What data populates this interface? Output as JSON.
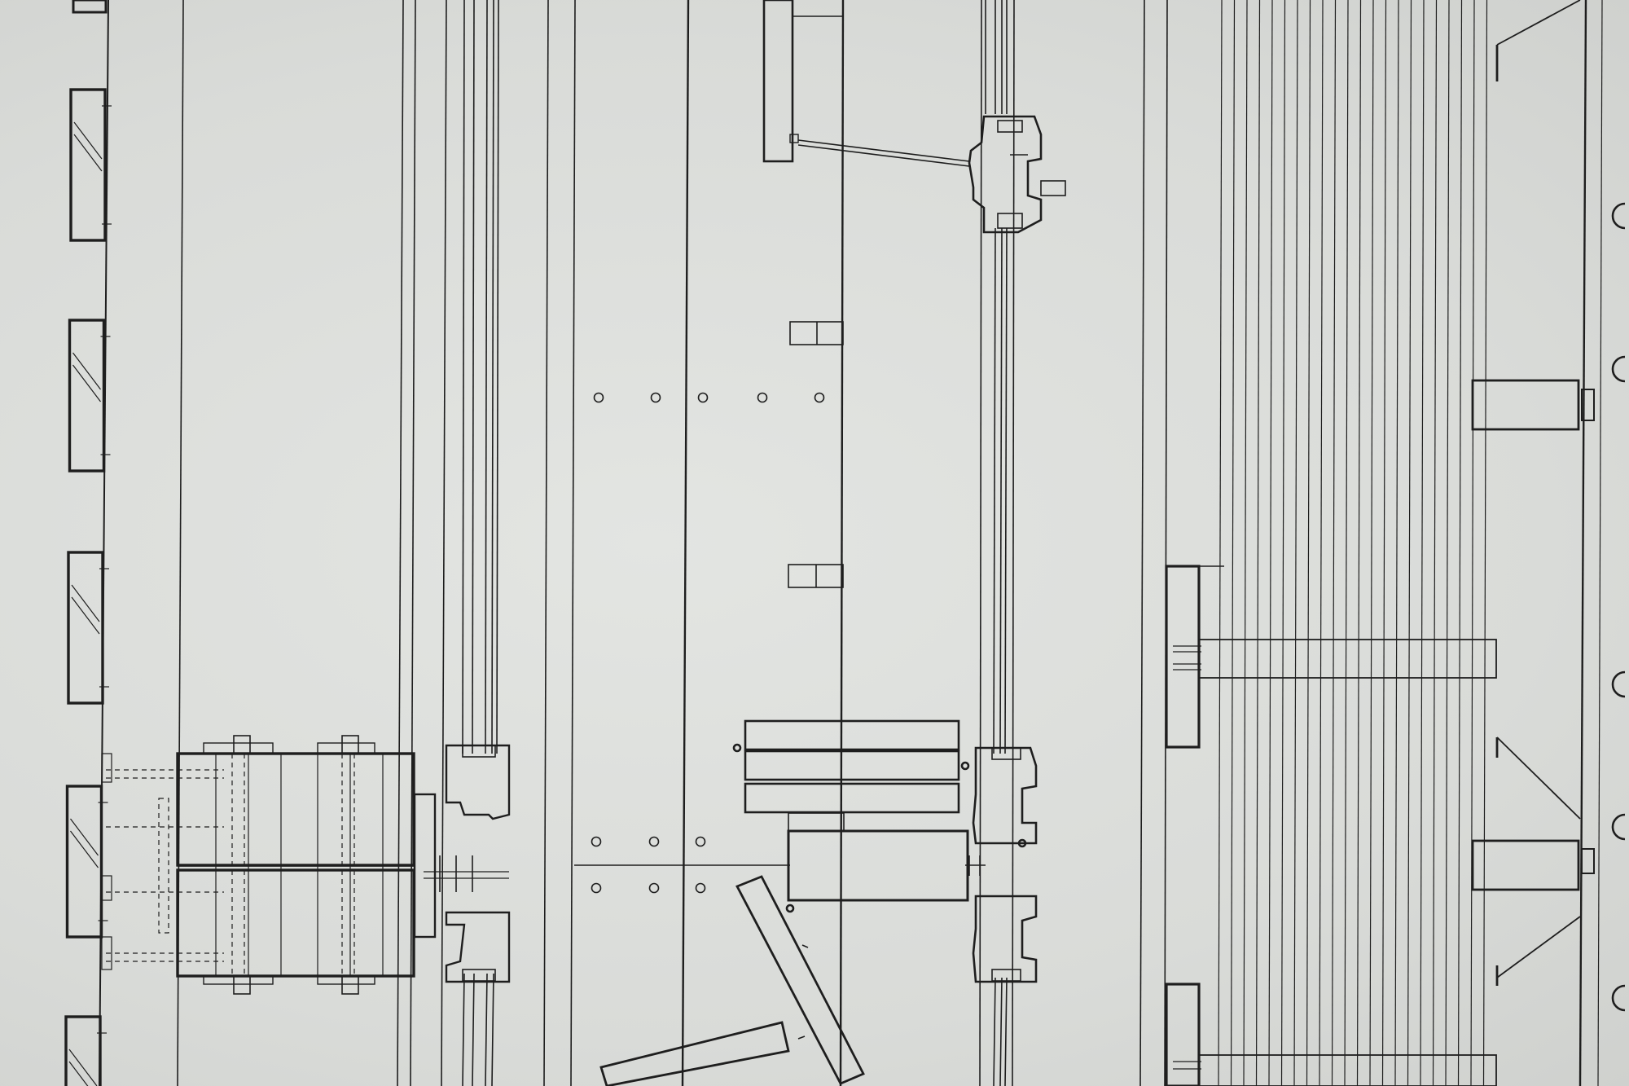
{
  "drawing": {
    "paper_color": "#dcdedb",
    "ink_color": "#1e1e1e",
    "glazing_mullions": 2,
    "stone_slats_left_column": 6,
    "dowel_rows": 3
  }
}
